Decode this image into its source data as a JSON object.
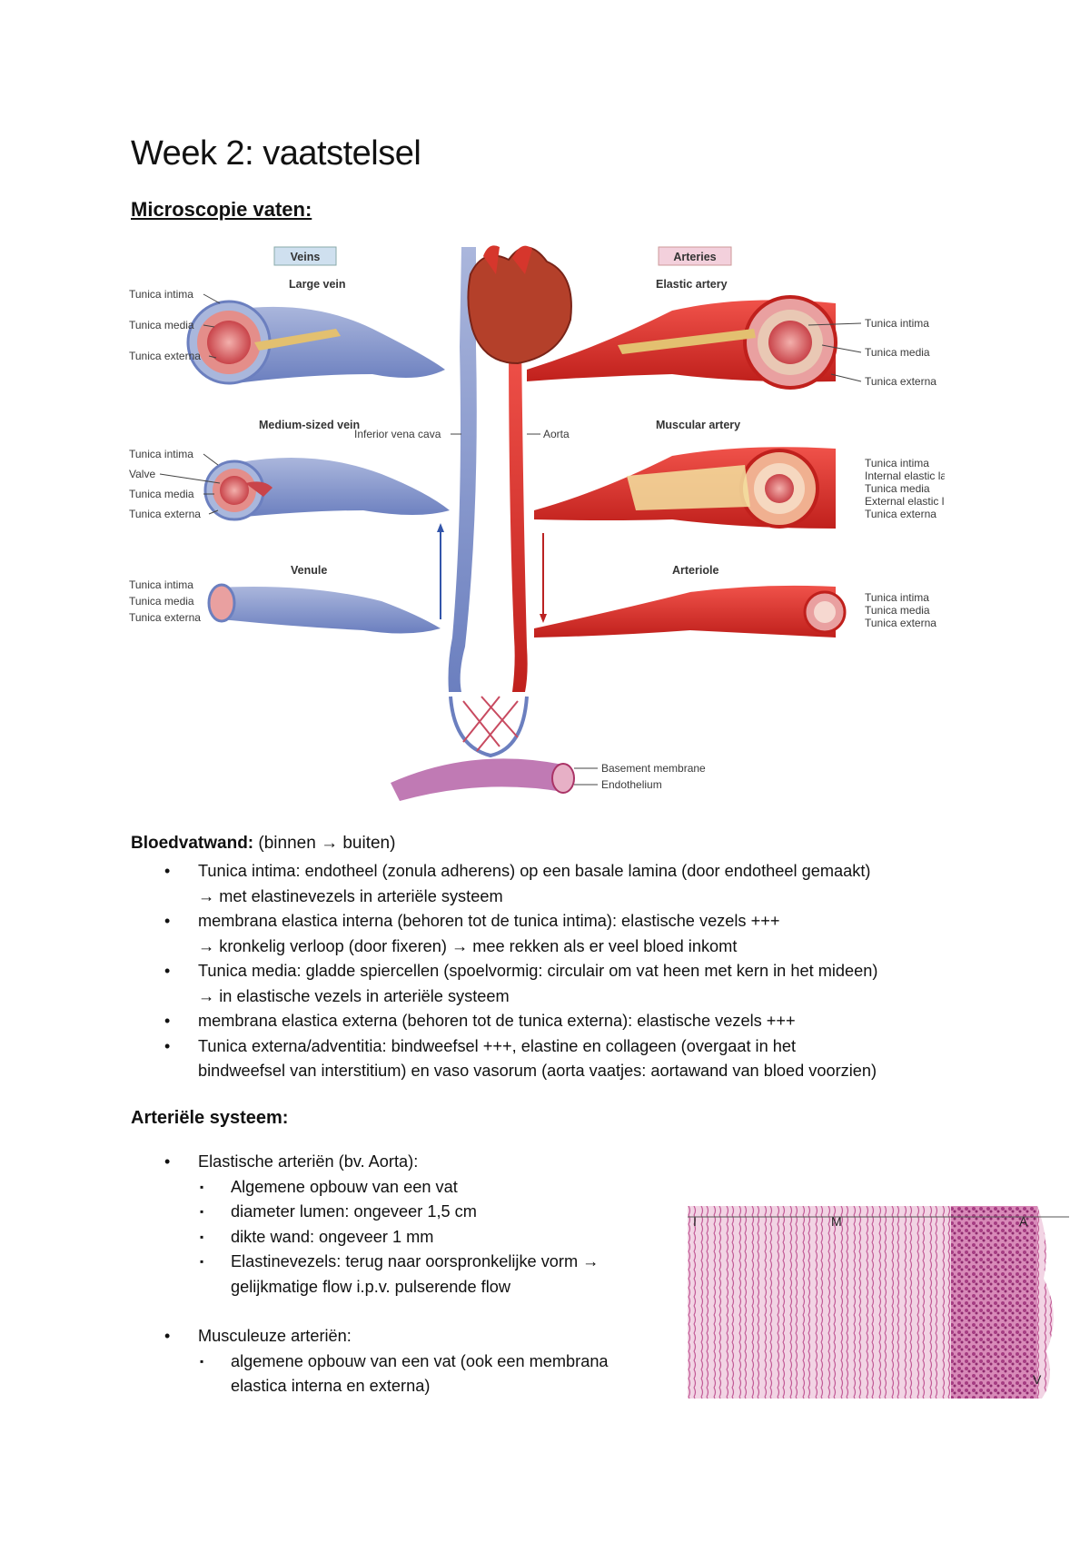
{
  "title": "Week 2: vaatstelsel",
  "section1_heading": "Microscopie vaten:",
  "figure": {
    "veins_header": "Veins",
    "arteries_header": "Arteries",
    "large_vein": "Large vein",
    "medium_vein": "Medium-sized vein",
    "venule": "Venule",
    "elastic_artery": "Elastic artery",
    "muscular_artery": "Muscular artery",
    "arteriole": "Arteriole",
    "tunica_intima": "Tunica intima",
    "tunica_media": "Tunica media",
    "tunica_externa": "Tunica externa",
    "valve": "Valve",
    "internal_elastic_lamina": "Internal elastic lamina",
    "external_elastic_lamina": "External elastic lamina",
    "inferior_vena_cava": "Inferior vena cava",
    "aorta": "Aorta",
    "basement_membrane": "Basement membrane",
    "endothelium": "Endothelium",
    "colors": {
      "vein": "#7d8fc4",
      "artery": "#d42a26",
      "capillary": "#b86aa8"
    }
  },
  "bloedvatwand": {
    "heading": "Bloedvatwand:",
    "subtitle": "(binnen → buiten)",
    "items": [
      {
        "line1": "Tunica intima: endotheel (zonula adherens) op een basale lamina (door endotheel gemaakt)",
        "line2": "→ met elastinevezels in arteriële systeem"
      },
      {
        "line1": "membrana elastica interna (behoren tot de tunica intima): elastische vezels +++",
        "line2": "→ kronkelig verloop (door fixeren) → mee rekken als er veel bloed inkomt"
      },
      {
        "line1": "Tunica media: gladde spiercellen (spoelvormig: circulair om vat heen met kern in het mideen)",
        "line2": "→ in elastische vezels in arteriële systeem"
      },
      {
        "line1": "membrana elastica externa (behoren tot de tunica externa): elastische vezels +++",
        "line2": ""
      },
      {
        "line1": "Tunica externa/adventitia: bindweefsel +++, elastine en collageen (overgaat in het",
        "line2": "bindweefsel van interstitium) en vaso vasorum (aorta vaatjes: aortawand van bloed voorzien)"
      }
    ]
  },
  "arterieel": {
    "heading": "Arteriële systeem:",
    "elastisch": {
      "label": "Elastische arteriën (bv. Aorta):",
      "items": [
        "Algemene opbouw van een vat",
        "diameter lumen: ongeveer 1,5 cm",
        "dikte wand: ongeveer 1 mm",
        "Elastinevezels: terug naar oorspronkelijke vorm →",
        "gelijkmatige flow i.p.v. pulserende flow"
      ]
    },
    "muscul": {
      "label": "Musculeuze arteriën:",
      "items": [
        "algemene opbouw van een vat (ook een membrana",
        "elastica interna en externa)"
      ]
    }
  },
  "histology": {
    "label_i": "I",
    "label_m": "M",
    "label_a": "A",
    "label_v": "V"
  }
}
